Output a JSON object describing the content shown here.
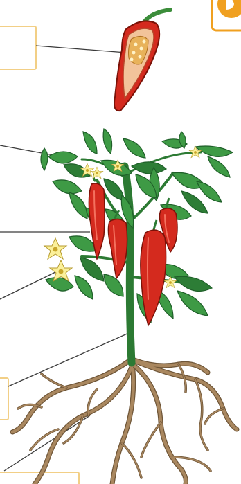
{
  "diagram": {
    "labels": [
      "",
      "",
      "",
      "",
      "",
      "",
      ""
    ],
    "colors": {
      "label_border": "#f2cf86",
      "corner_badge": "#f0a020",
      "leaf": "#3e9a45",
      "pepper": "#d42a1e",
      "flower": "#fbf09a",
      "root": "#a9875f"
    },
    "parts": [
      "fruit-cross-section",
      "leaf",
      "fruit",
      "flower",
      "stem",
      "root"
    ]
  }
}
